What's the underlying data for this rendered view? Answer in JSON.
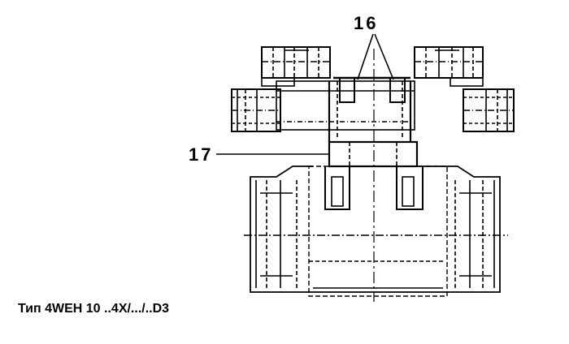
{
  "callouts": {
    "part_16": "16",
    "part_17": "17"
  },
  "caption": "Тип 4WEH 10 ..4X/.../..D3",
  "colors": {
    "line": "#000000",
    "background": "#ffffff"
  }
}
